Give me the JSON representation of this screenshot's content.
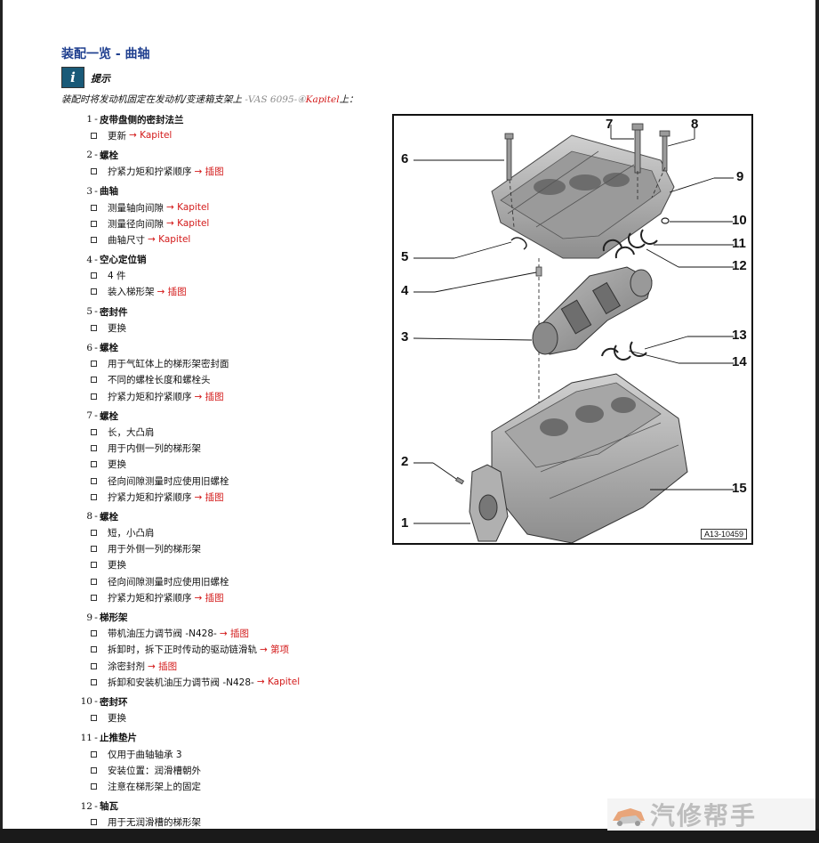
{
  "page": {
    "title": "装配一览 - 曲轴",
    "tip_label": "提示",
    "note_prefix": "装配时将发动机固定在发动机/变速箱支架上 ",
    "note_tool": "-VAS 6095-④",
    "note_link": "Kapitel",
    "note_suffix": "上："
  },
  "items": [
    {
      "num": "1",
      "title": "皮带盘侧的密封法兰",
      "subs": [
        {
          "text": "更新",
          "link": "→ Kapitel"
        }
      ]
    },
    {
      "num": "2",
      "title": "螺栓",
      "subs": [
        {
          "text": "拧紧力矩和拧紧顺序",
          "link": "→ 插图"
        }
      ]
    },
    {
      "num": "3",
      "title": "曲轴",
      "subs": [
        {
          "text": "测量轴向间隙",
          "link": "→ Kapitel"
        },
        {
          "text": "测量径向间隙",
          "link": "→ Kapitel"
        },
        {
          "text": "曲轴尺寸",
          "link": "→ Kapitel"
        }
      ]
    },
    {
      "num": "4",
      "title": "空心定位销",
      "subs": [
        {
          "text": "4 件",
          "link": ""
        },
        {
          "text": "装入梯形架",
          "link": "→ 插图"
        }
      ]
    },
    {
      "num": "5",
      "title": "密封件",
      "subs": [
        {
          "text": "更换",
          "link": ""
        }
      ]
    },
    {
      "num": "6",
      "title": "螺栓",
      "subs": [
        {
          "text": "用于气缸体上的梯形架密封面",
          "link": ""
        },
        {
          "text": "不同的螺栓长度和螺栓头",
          "link": ""
        },
        {
          "text": "拧紧力矩和拧紧顺序",
          "link": "→ 插图"
        }
      ]
    },
    {
      "num": "7",
      "title": "螺栓",
      "subs": [
        {
          "text": "长，大凸肩",
          "link": ""
        },
        {
          "text": "用于内侧一列的梯形架",
          "link": ""
        },
        {
          "text": "更换",
          "link": ""
        },
        {
          "text": "径向间隙测量时应使用旧螺栓",
          "link": ""
        },
        {
          "text": "拧紧力矩和拧紧顺序",
          "link": "→ 插图"
        }
      ]
    },
    {
      "num": "8",
      "title": "螺栓",
      "subs": [
        {
          "text": "短，小凸肩",
          "link": ""
        },
        {
          "text": "用于外侧一列的梯形架",
          "link": ""
        },
        {
          "text": "更换",
          "link": ""
        },
        {
          "text": "径向间隙测量时应使用旧螺栓",
          "link": ""
        },
        {
          "text": "拧紧力矩和拧紧顺序",
          "link": "→ 插图"
        }
      ]
    },
    {
      "num": "9",
      "title": "梯形架",
      "subs": [
        {
          "text": "带机油压力调节阀 -N428-",
          "link": "→ 插图"
        },
        {
          "text": "拆卸时，拆下正时传动的驱动链滑轨",
          "link": "→ 第项"
        },
        {
          "text": "涂密封剂",
          "link": "→ 插图"
        },
        {
          "text": "拆卸和安装机油压力调节阀 -N428-",
          "link": "→ Kapitel"
        }
      ]
    },
    {
      "num": "10",
      "title": "密封环",
      "subs": [
        {
          "text": "更换",
          "link": ""
        }
      ]
    },
    {
      "num": "11",
      "title": "止推垫片",
      "subs": [
        {
          "text": "仅用于曲轴轴承 3",
          "link": ""
        },
        {
          "text": "安装位置：润滑槽朝外",
          "link": ""
        },
        {
          "text": "注意在梯形架上的固定",
          "link": ""
        }
      ]
    },
    {
      "num": "12",
      "title": "轴瓦",
      "subs": [
        {
          "text": "用于无润滑槽的梯形架",
          "link": ""
        }
      ]
    }
  ],
  "figure": {
    "id": "A13-10459",
    "callouts": [
      "1",
      "2",
      "3",
      "4",
      "5",
      "6",
      "7",
      "8",
      "9",
      "10",
      "11",
      "12",
      "13",
      "14",
      "15"
    ]
  },
  "watermark": {
    "text": "汽修帮手",
    "logo": "car-logo-icon"
  },
  "colors": {
    "title": "#1f3f8f",
    "link": "#d31a1a",
    "tip_icon": "#1a5a78"
  }
}
